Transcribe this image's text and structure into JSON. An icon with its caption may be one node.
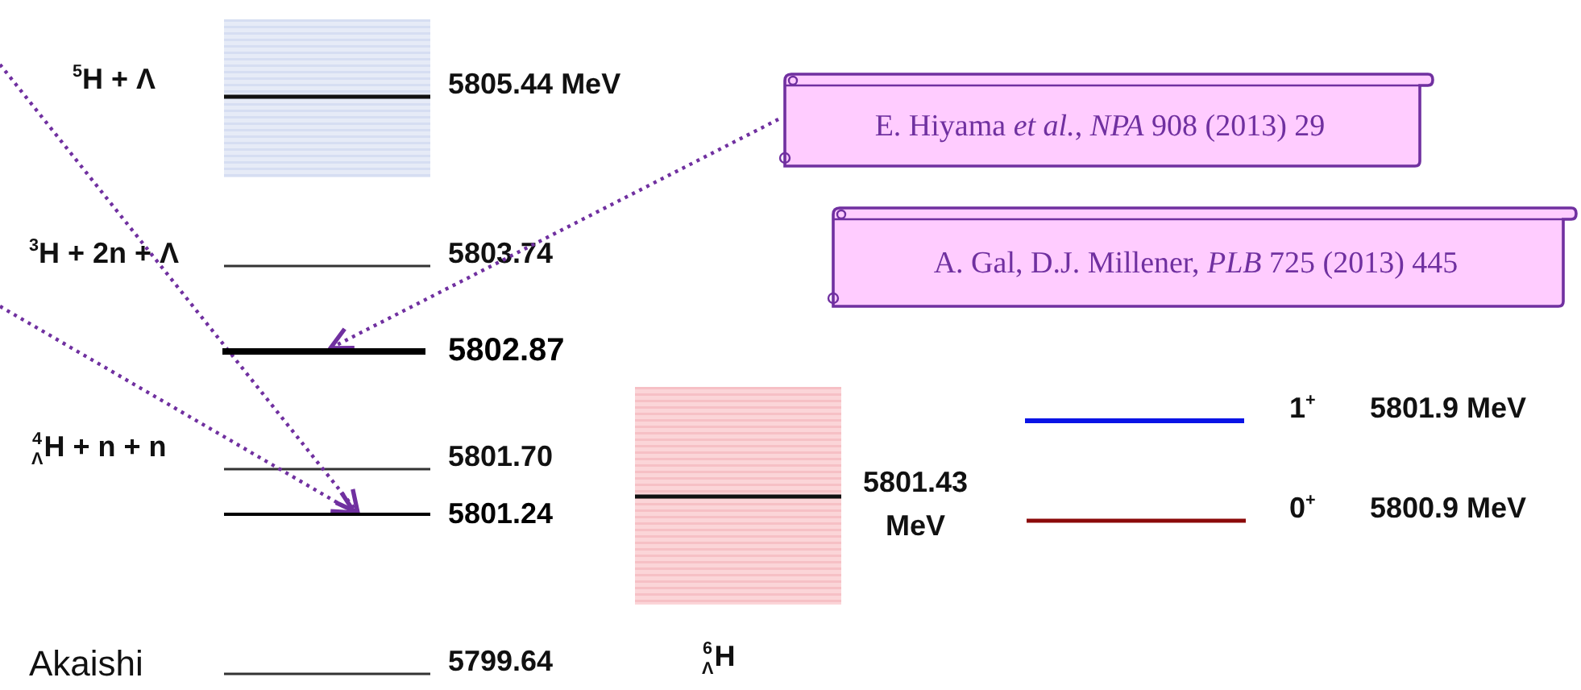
{
  "diagram": {
    "nodes": [
      {
        "text": [
          "E. Hiyama *et al.*, *NPA* 908 (2013) 29"
        ]
      },
      {
        "text": [
          "A. Gal, D.J. Millener, *PLB* 725 (2013) 445"
        ]
      },
      {
        "text": [],
        "shape": "bar",
        "beside": [
          "5802.87"
        ]
      },
      {
        "text": [],
        "shape": "bar",
        "beside": [
          "5801.24"
        ]
      }
    ],
    "edges": [
      {
        "from": null,
        "to": 3,
        "arrow": "to"
      },
      {
        "from": null,
        "to": 3,
        "arrow": "to"
      },
      {
        "from": 0,
        "to": 2,
        "arrow": "to"
      }
    ],
    "labels": [
      "$^{5}$H + Λ",
      "5805.44 MeV",
      "$^{3}$H + 2n + Λ",
      "5803.74",
      "$^{4}$$_{Λ}$H + n + n",
      "5801.70",
      "5801.43 MeV",
      "1$^{+}$",
      "5801.9 MeV",
      "0$^{+}$",
      "5800.9 MeV",
      "Akaishi",
      "5799.64",
      "$^{6}$$_{Λ}$H"
    ]
  }
}
